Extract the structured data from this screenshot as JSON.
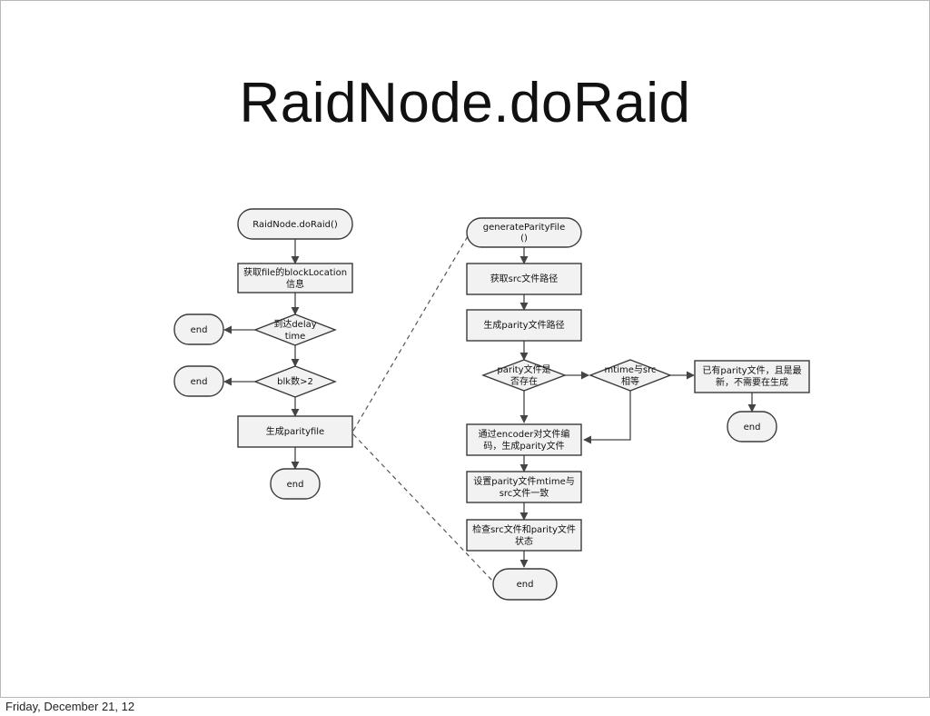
{
  "slide": {
    "title": "RaidNode.doRaid",
    "footer": "Friday, December 21, 12"
  },
  "left_flow": {
    "start": "RaidNode.doRaid()",
    "get_location": [
      "获取file的blockLocation",
      "信息"
    ],
    "delay_check": [
      "到达delay",
      "time"
    ],
    "end_delay": "end",
    "blk_check": "blk数>2",
    "end_blk": "end",
    "gen_parity": "生成parityfile",
    "end_final": "end"
  },
  "right_flow": {
    "start": [
      "generateParityFile",
      "()"
    ],
    "get_src_path": "获取src文件路径",
    "gen_parity_path": "生成parity文件路径",
    "exists_check": [
      "parity文件是",
      "否存在"
    ],
    "mtime_check": [
      "mtime与src",
      "相等"
    ],
    "already_latest": [
      "已有parity文件，且是最",
      "新，不需要在生成"
    ],
    "end_latest": "end",
    "encode": [
      "通过encoder对文件编",
      "码，生成parity文件"
    ],
    "set_mtime": [
      "设置parity文件mtime与",
      "src文件一致"
    ],
    "check_status": [
      "检查src文件和parity文件",
      "状态"
    ],
    "end_final": "end"
  }
}
